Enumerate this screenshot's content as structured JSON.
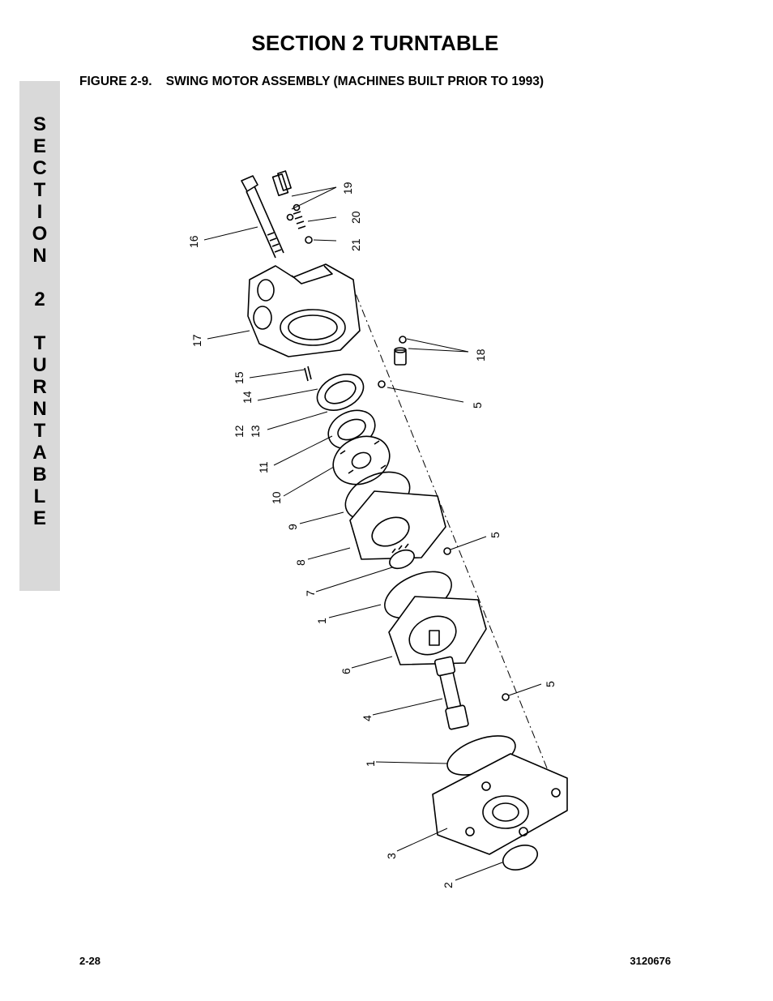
{
  "page": {
    "section_title": "SECTION 2  TURNTABLE",
    "figure_caption": "FIGURE 2-9.    SWING MOTOR ASSEMBLY (MACHINES BUILT PRIOR TO 1993)",
    "side_tab_letters": [
      "S",
      "E",
      "C",
      "T",
      "I",
      "O",
      "N",
      " ",
      "2",
      " ",
      "T",
      "U",
      "R",
      "N",
      "T",
      "A",
      "B",
      "L",
      "E"
    ],
    "footer_left": "2-28",
    "footer_right": "3120676"
  },
  "figure": {
    "callouts": [
      "16",
      "19",
      "20",
      "21",
      "17",
      "18",
      "15",
      "14",
      "12",
      "13",
      "5",
      "11",
      "10",
      "9",
      "5",
      "8",
      "7",
      "1",
      "6",
      "5",
      "4",
      "1",
      "3",
      "2"
    ]
  }
}
